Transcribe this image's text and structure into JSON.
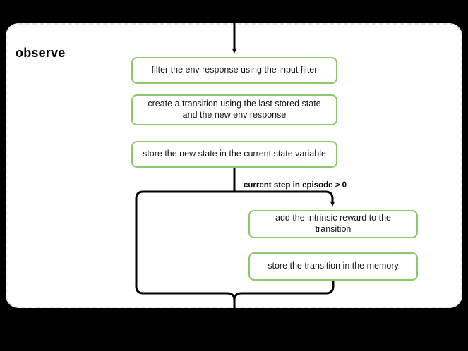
{
  "diagram": {
    "type": "flowchart",
    "title": "observe",
    "background_color": "#000000",
    "container": {
      "label": "observe",
      "border_style": "dashed",
      "border_color": "#e4e4e4",
      "fill_color": "#ffffff"
    },
    "node_style": {
      "border_color": "#8cc76a",
      "fill_color": "#ffffff",
      "text_color": "#141414"
    },
    "nodes": [
      {
        "id": "filter",
        "label": "filter the env response using the input filter"
      },
      {
        "id": "create",
        "label": "create a transition using the last stored state and the new env response"
      },
      {
        "id": "store_state",
        "label": "store the new state in the current state variable"
      },
      {
        "id": "intrinsic",
        "label": "add the intrinsic reward to the transition"
      },
      {
        "id": "store_mem",
        "label": "store the transition in the memory"
      }
    ],
    "edge_labels": [
      {
        "id": "condition",
        "label": "current step in episode > 0"
      }
    ],
    "entry_arrow": "arrow-down-into-observe",
    "exit_arrow": "line-down-out-of-observe"
  }
}
